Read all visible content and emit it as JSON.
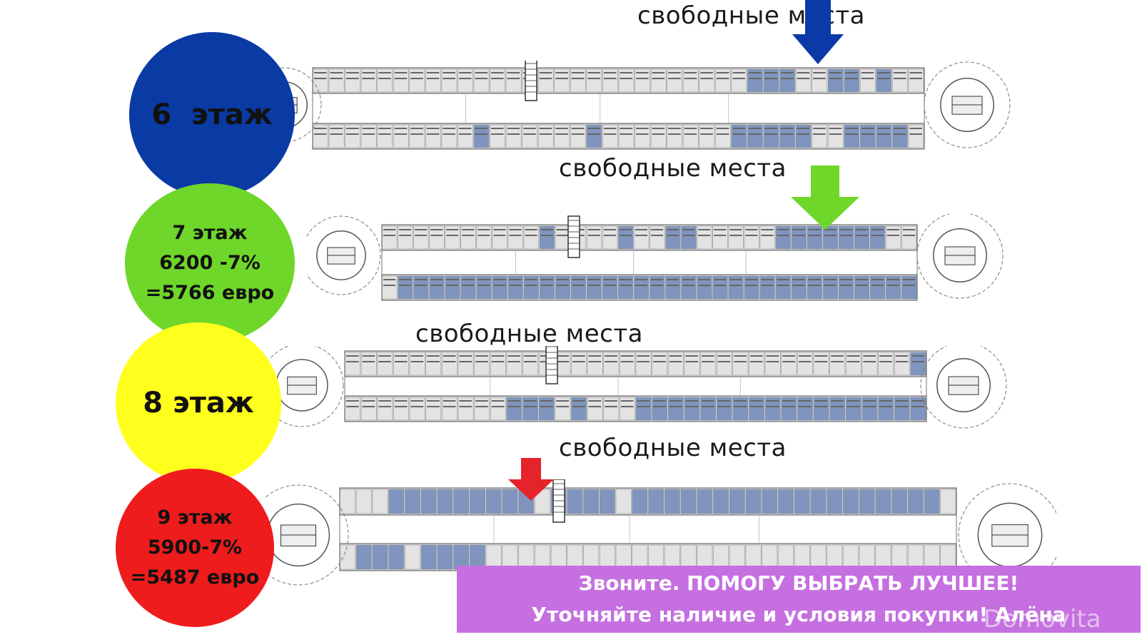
{
  "labels": {
    "free_places": "свободные места"
  },
  "floors": [
    {
      "id": "6",
      "lines": [
        "6  этаж"
      ],
      "color": "#0a3aa3"
    },
    {
      "id": "7",
      "lines": [
        "7 этаж",
        "6200 -7%",
        "=5766 евро"
      ],
      "color": "#6fd62a"
    },
    {
      "id": "8",
      "lines": [
        "8 этаж"
      ],
      "color": "#ffff1e"
    },
    {
      "id": "9",
      "lines": [
        "9 этаж",
        "5900-7%",
        "=5487 евро"
      ],
      "color": "#ee1c1c"
    }
  ],
  "arrows": {
    "floor6": "#0b3aa8",
    "floor7": "#6fd62a",
    "floor9": "#e5232a"
  },
  "banner": {
    "line1": "Звоните. ПОМОГУ ВЫБРАТЬ ЛУЧШЕЕ!",
    "line2": "Уточняйте наличие и условия покупки! Алёна"
  },
  "watermark": "Domovita"
}
